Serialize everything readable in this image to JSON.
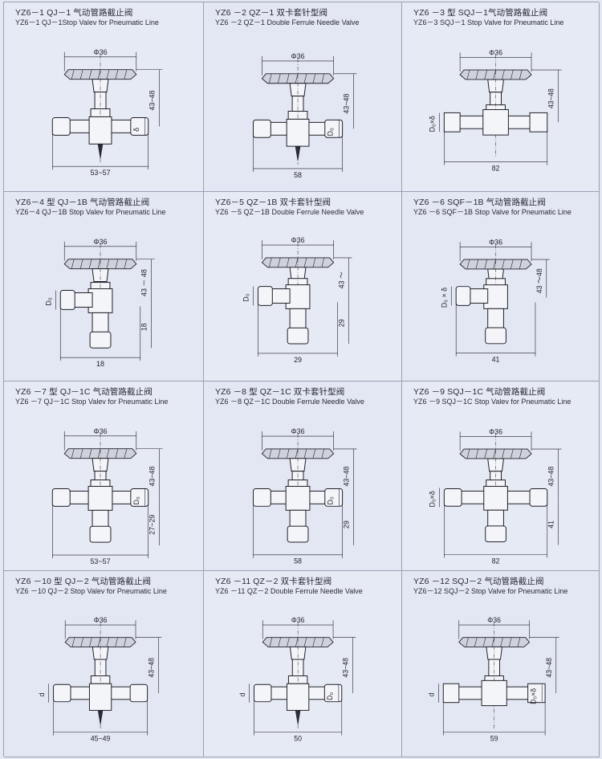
{
  "valves": [
    {
      "cn": "YZ6－1 QJ－1 气动管路截止阀",
      "en": "YZ6－1 QJ－1Stop Valev for Pneumatic Line",
      "style": "straight",
      "top": "Φ36",
      "height": "43~48",
      "width": "53~57",
      "port": "δ",
      "left_port": ""
    },
    {
      "cn": "YZ6 －2 QZ－1 双卡套针型阀",
      "en": "YZ6 －2 QZ－1 Double Ferrule Needle Valve",
      "style": "straight",
      "top": "Φ36",
      "height": "43~48",
      "width": "58",
      "port": "D₀",
      "left_port": ""
    },
    {
      "cn": "YZ6 －3 型 SQJ－1气动管路截止阀",
      "en": "YZ6－3 SQJ－1 Stop Valve for Pneumatic Line",
      "style": "thread",
      "top": "Φ36",
      "height": "43~48",
      "width": "82",
      "port": "",
      "left_port": "D₀×δ"
    },
    {
      "cn": "YZ6－4 型 QJ－1B 气动管路截止阀",
      "en": "YZ6－4 QJ－1B Stop Valev for Pneumatic Line",
      "style": "angle",
      "top": "Φ36",
      "height": "43 － 48",
      "width": "18",
      "side": "18",
      "port": "",
      "left_port": "D₀"
    },
    {
      "cn": "YZ6－5 QZ－1B 双卡套针型阀",
      "en": "YZ6 －5 QZ－1B Double Ferrule Needle Valve",
      "style": "angle",
      "top": "Φ36",
      "height": "43 ～",
      "width": "29",
      "side": "29",
      "port": "",
      "left_port": "D₀"
    },
    {
      "cn": "YZ6 －6 SQF－1B 气动管路截止阀",
      "en": "YZ6 －6 SQF－1B Stop Valve for Pneumatic Line",
      "style": "angle",
      "top": "Φ36",
      "height": "43 ～48",
      "width": "41",
      "side": "",
      "port": "",
      "left_port": "D₀ × δ"
    },
    {
      "cn": "YZ6 －7 型 QJ－1C 气动管路截止阀",
      "en": "YZ6 －7 QJ－1C Stop Valev for Pneumatic Line",
      "style": "cross",
      "top": "Φ36",
      "height": "43~48",
      "width": "53~57",
      "side": "27~29",
      "port": "D₀",
      "left_port": ""
    },
    {
      "cn": "YZ6 －8 型 QZ－1C 双卡套针型阀",
      "en": "YZ6 －8 QZ－1C Double Ferrule Needle Valve",
      "style": "cross",
      "top": "Φ36",
      "height": "43~48",
      "width": "58",
      "side": "29",
      "port": "D₀",
      "left_port": ""
    },
    {
      "cn": "YZ6 －9 SQJ－1C 气动管路截止阀",
      "en": "YZ6 －9 SQJ－1C Stop Valev for Pneumatic Line",
      "style": "thread-tee",
      "top": "Φ36",
      "height": "43~48",
      "width": "82",
      "side": "41",
      "port": "",
      "left_port": "D₀×δ"
    },
    {
      "cn": "YZ6 －10 型 QJ－2 气动管路截止阀",
      "en": "YZ6 －10 QJ－2 Stop Valev for Pneumatic Line",
      "style": "straight2",
      "top": "Φ36",
      "height": "43~48",
      "width": "45~49",
      "port": "",
      "left_port": "d"
    },
    {
      "cn": "YZ6 －11 QZ－2 双卡套针型阀",
      "en": "YZ6 －11 QZ－2 Double Ferrule Needle Valve",
      "style": "straight2",
      "top": "Φ36",
      "height": "43~48",
      "width": "50",
      "port": "D₀",
      "left_port": "d"
    },
    {
      "cn": "YZ6 －12 SQJ－2 气动管路截止阀",
      "en": "YZ6－12 SQJ－2 Stop Valve for Pneumatic Line",
      "style": "thread2",
      "top": "Φ36",
      "height": "43~48",
      "width": "59",
      "port": "D₀×δ",
      "left_port": "d"
    }
  ],
  "icons": [
    "handwheel-icon",
    "valve-body-icon",
    "dimension-line-icon"
  ],
  "colors": {
    "background": "#e4e8f3",
    "line": "#1f1f28",
    "grid": "#9aa0b4"
  }
}
